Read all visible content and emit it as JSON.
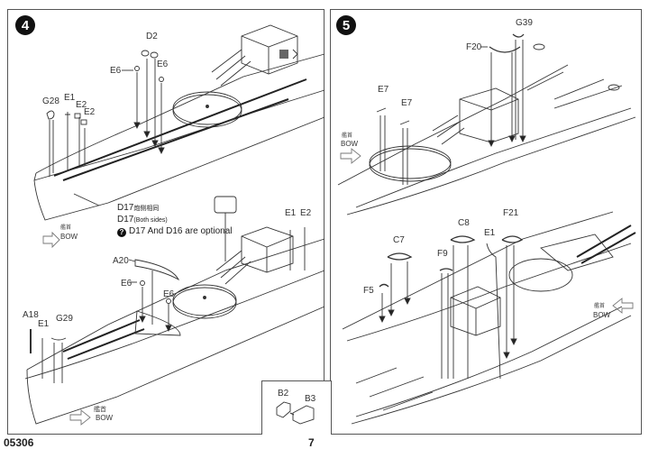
{
  "page": {
    "code": "05306",
    "number": "7"
  },
  "step4": {
    "badge": "4",
    "top": {
      "labels": {
        "D2": "D2",
        "E6a": "E6",
        "E6b": "E6",
        "G28": "G28",
        "E1": "E1",
        "E2a": "E2",
        "E2b": "E2",
        "D17": "D17",
        "D17_cn": "炮侧相同",
        "D17_both": "D17",
        "D17_both_note": "(Both sides)",
        "optional_icon": "?",
        "optional_note": "D17 And D16 are optional"
      },
      "bow_cn": "艦首",
      "bow": "BOW"
    },
    "bottom": {
      "labels": {
        "A20": "A20",
        "E6a": "E6",
        "E6b": "E6",
        "A18": "A18",
        "E1": "E1",
        "G29": "G29",
        "E1_top": "E1",
        "E2_top": "E2"
      },
      "bow_cn": "艦首",
      "bow": "BOW"
    },
    "inset": {
      "B2": "B2",
      "B3": "B3"
    }
  },
  "step5": {
    "badge": "5",
    "top": {
      "labels": {
        "G39": "G39",
        "F20": "F20",
        "E7a": "E7",
        "E7b": "E7"
      },
      "bow_cn": "艦首",
      "bow": "BOW"
    },
    "bottom": {
      "labels": {
        "C7": "C7",
        "C8": "C8",
        "E1": "E1",
        "F21": "F21",
        "F9": "F9",
        "F5": "F5"
      },
      "bow_cn": "艦首",
      "bow": "BOW"
    }
  }
}
